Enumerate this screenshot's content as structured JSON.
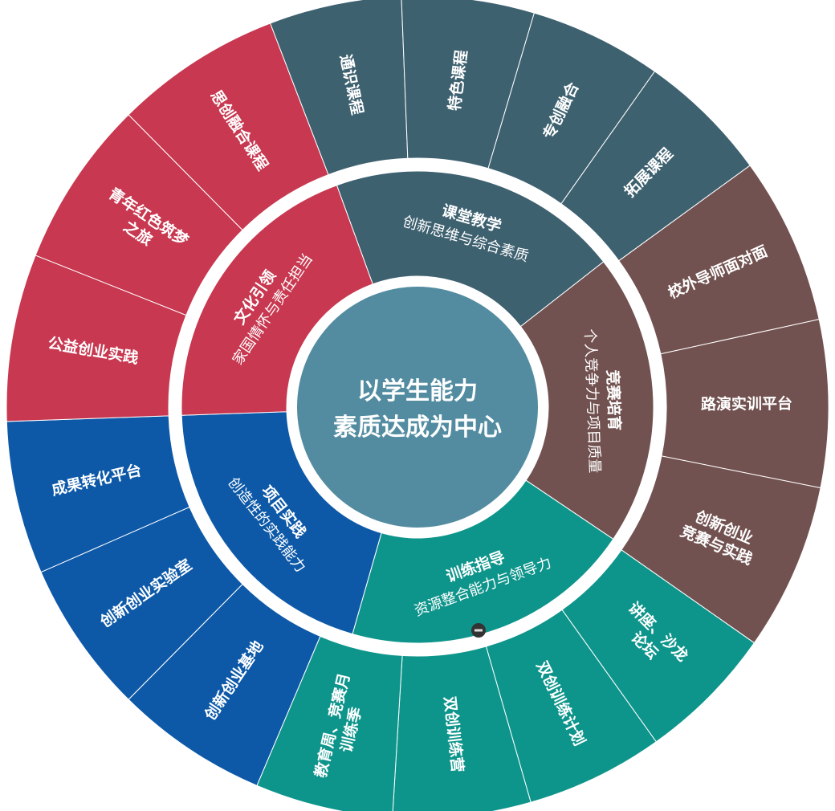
{
  "center": {
    "lines": [
      "以学生能力",
      "素质达成为中心"
    ],
    "color": "#538CA1"
  },
  "categories": [
    {
      "title": "课堂教学",
      "subtitle": "创新思维与综合素质",
      "color": "#3E6170",
      "items": [
        [
          "通识课程"
        ],
        [
          "特色课程"
        ],
        [
          "专创融合"
        ],
        [
          "拓展课程"
        ]
      ]
    },
    {
      "title": "竞赛培育",
      "subtitle": "个人竞争力与项目质量",
      "color": "#725250",
      "items": [
        [
          "校外导师面对面"
        ],
        [
          "路演实训平台"
        ],
        [
          "创新创业",
          "竞赛与实践"
        ]
      ]
    },
    {
      "title": "训练指导",
      "subtitle": "资源整合能力与领导力",
      "color": "#0E958B",
      "items": [
        [
          "讲座、沙龙",
          "论坛"
        ],
        [
          "双创训练计划"
        ],
        [
          "双创训练营"
        ],
        [
          "教育周、竞赛月",
          "训练季"
        ]
      ]
    },
    {
      "title": "项目实践",
      "subtitle": "创造性的实践能力",
      "color": "#0D59A8",
      "items": [
        [
          "创新创业基地"
        ],
        [
          "创新创业实验室"
        ],
        [
          "成果转化平台"
        ]
      ]
    },
    {
      "title": "文化引领",
      "subtitle": "家国情怀与责任担当",
      "color": "#C83850",
      "items": [
        [
          "公益创业实践"
        ],
        [
          "青年红色筑梦",
          "之旅"
        ],
        [
          "思创融合课程"
        ]
      ]
    }
  ],
  "controls": {
    "collapse_icon": "minus-circle-icon"
  }
}
